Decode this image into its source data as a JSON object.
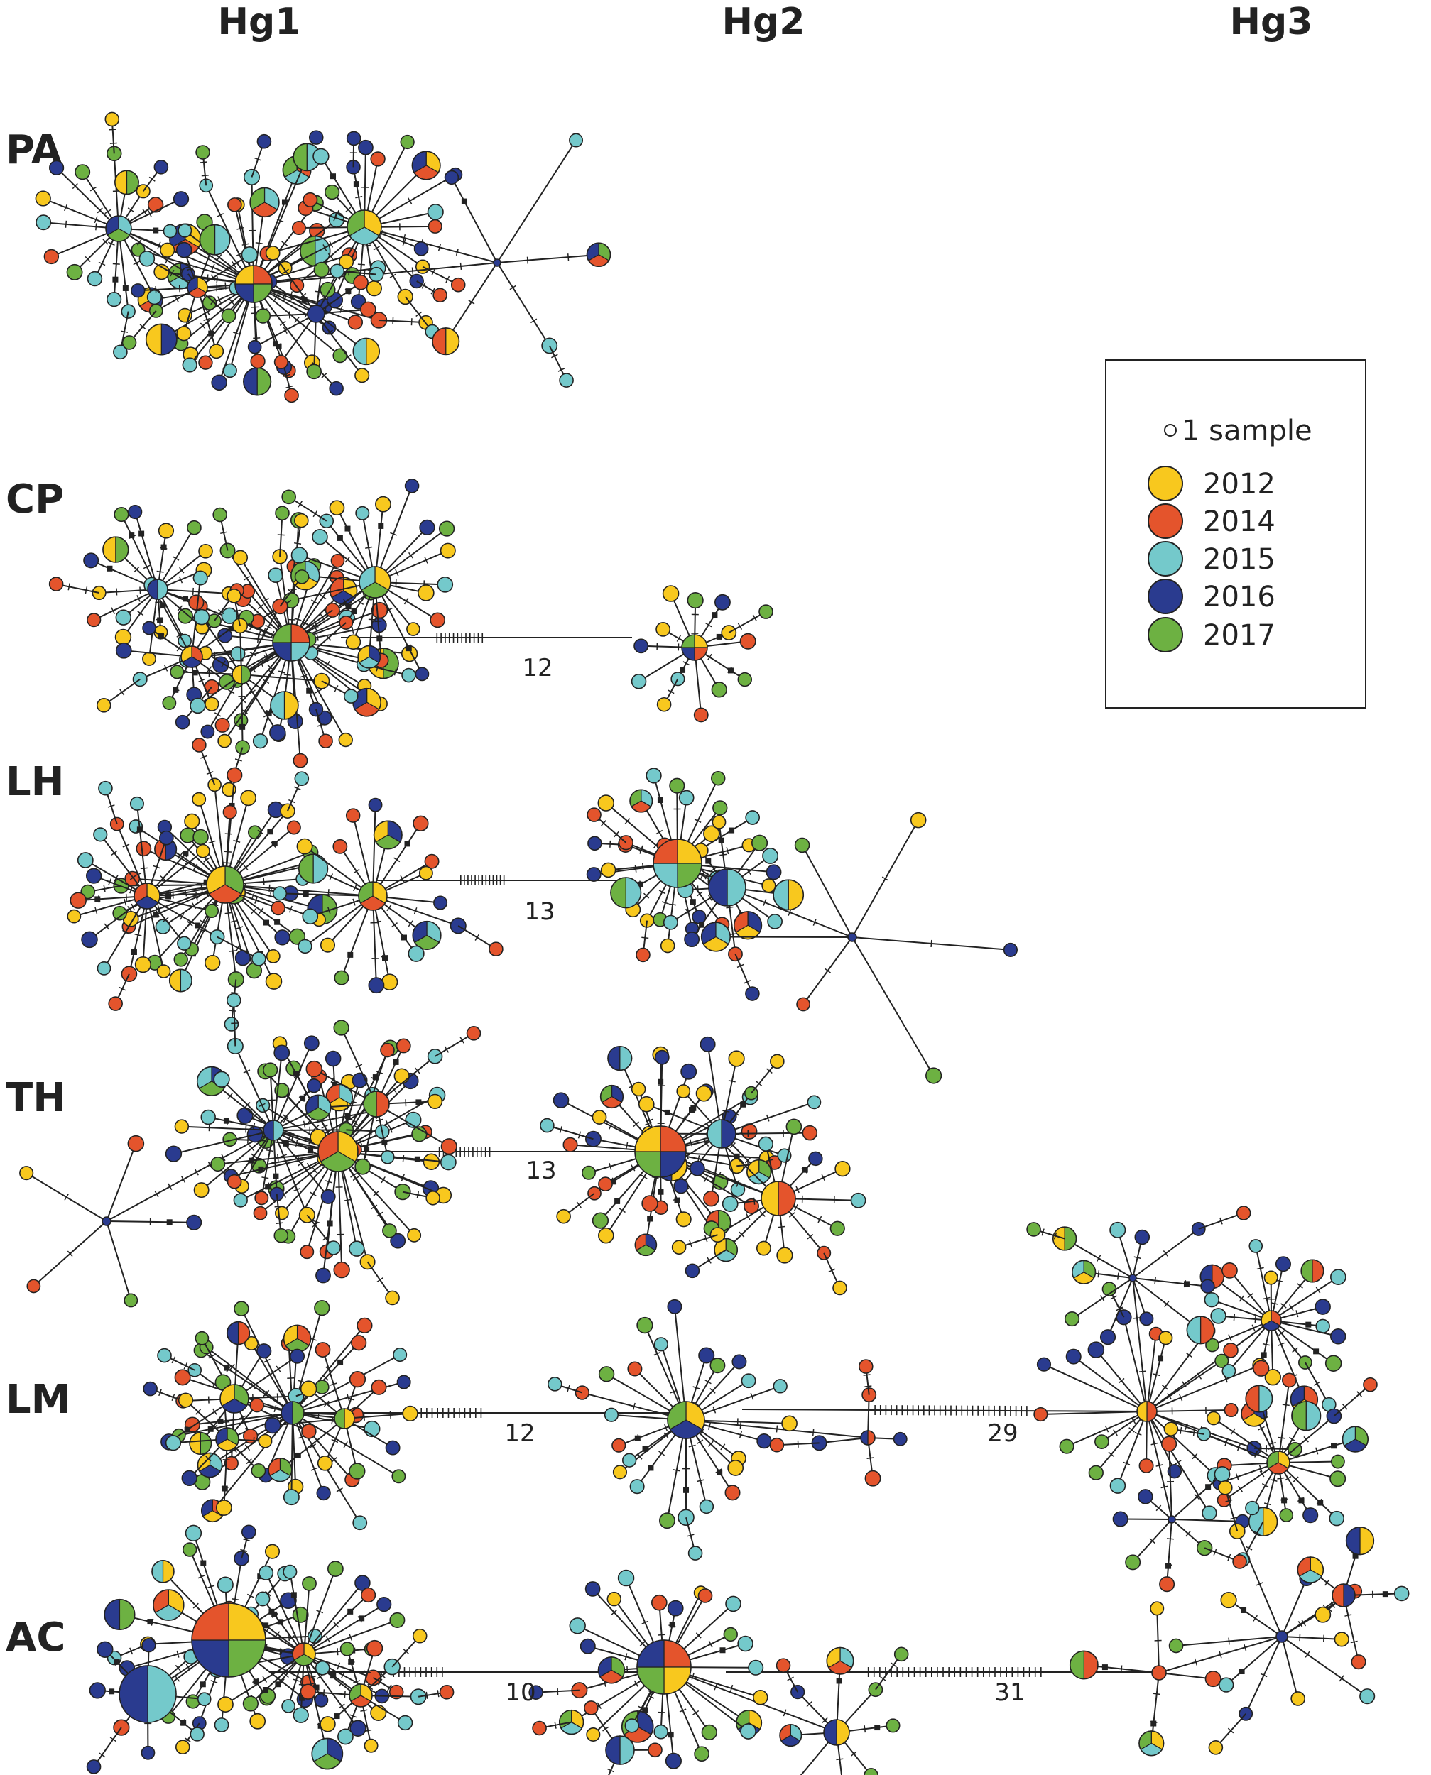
{
  "column_headers": [
    "Hg1",
    "Hg2",
    "Hg3"
  ],
  "rows": [
    {
      "label": "PA",
      "groups": [
        "Hg1"
      ],
      "links": []
    },
    {
      "label": "CP",
      "groups": [
        "Hg1",
        "Hg2"
      ],
      "links": [
        {
          "from": "Hg1",
          "to": "Hg2",
          "steps": "12"
        }
      ]
    },
    {
      "label": "LH",
      "groups": [
        "Hg1",
        "Hg2"
      ],
      "links": [
        {
          "from": "Hg1",
          "to": "Hg2",
          "steps": "13"
        }
      ]
    },
    {
      "label": "TH",
      "groups": [
        "Hg1",
        "Hg2"
      ],
      "links": [
        {
          "from": "Hg1",
          "to": "Hg2",
          "steps": "13"
        }
      ]
    },
    {
      "label": "LM",
      "groups": [
        "Hg1",
        "Hg2",
        "Hg3"
      ],
      "links": [
        {
          "from": "Hg1",
          "to": "Hg2",
          "steps": "12"
        },
        {
          "from": "Hg2",
          "to": "Hg3",
          "steps": "29"
        }
      ]
    },
    {
      "label": "AC",
      "groups": [
        "Hg1",
        "Hg2",
        "Hg3"
      ],
      "links": [
        {
          "from": "Hg1",
          "to": "Hg2",
          "steps": "10"
        },
        {
          "from": "Hg2",
          "to": "Hg3",
          "steps": "31"
        }
      ]
    }
  ],
  "legend": {
    "size_key": "1 sample",
    "years": [
      {
        "label": "2012",
        "color": "#F8C81E"
      },
      {
        "label": "2014",
        "color": "#E4542C"
      },
      {
        "label": "2015",
        "color": "#74C9CB"
      },
      {
        "label": "2016",
        "color": "#2A3B8F"
      },
      {
        "label": "2017",
        "color": "#6DB142"
      }
    ]
  }
}
